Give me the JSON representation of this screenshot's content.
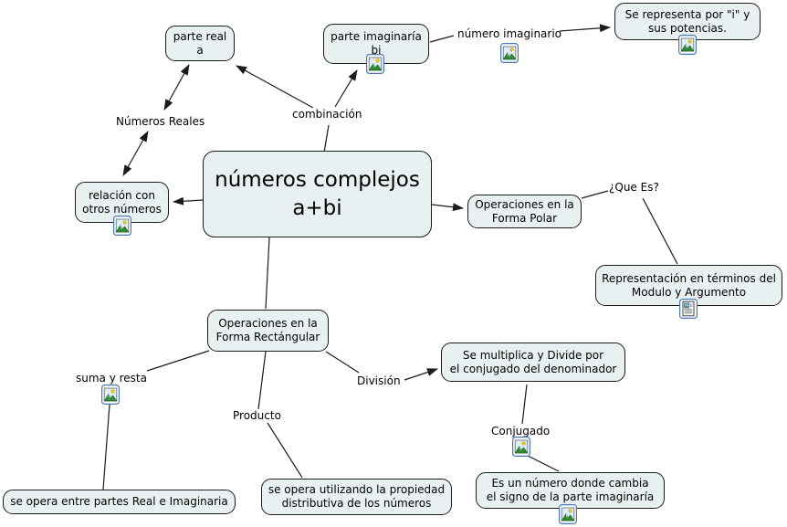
{
  "map": {
    "title": "números complejos a+bi",
    "colors": {
      "background": "#ffffff",
      "node_fill": "#e9f0f2",
      "node_border": "#1c1c1c",
      "line": "#1b1b1b",
      "icon_border": "#4a7ab5"
    },
    "nodes": {
      "main": {
        "label": "números complejos\na+bi"
      },
      "parte_real": {
        "label": "parte real\na"
      },
      "parte_imaginaria": {
        "label": "parte imaginaría\nbi"
      },
      "se_representa": {
        "label": "Se representa por \"i\" y\nsus potencias."
      },
      "relacion": {
        "label": "relación con\notros números"
      },
      "forma_polar": {
        "label": "Operaciones en la\nForma Polar"
      },
      "representacion": {
        "label": "Representación en términos del\nModulo y Argumento"
      },
      "forma_rectangular": {
        "label": "Operaciones en la\nForma Rectángular"
      },
      "se_multiplica": {
        "label": "Se multiplica y Divide por\nel conjugado del denominador"
      },
      "se_opera_partes": {
        "label": "se opera entre partes Real e Imaginaria"
      },
      "se_opera_distributiva": {
        "label": "se opera utilizando la propiedad\ndistributiva de los números"
      },
      "es_un_numero": {
        "label": "Es un número donde cambia\nel signo de la parte imaginaría"
      }
    },
    "linking_phrases": {
      "numeros_reales": {
        "label": "Números Reales"
      },
      "combinacion": {
        "label": "combinación"
      },
      "numero_imaginario": {
        "label": "número imaginario"
      },
      "que_es": {
        "label": "¿Que Es?"
      },
      "suma_y_resta": {
        "label": "suma y resta"
      },
      "division": {
        "label": "División"
      },
      "producto": {
        "label": "Producto"
      },
      "conjugado": {
        "label": "Conjugado"
      }
    },
    "icons": {
      "image_resource": "image-resource-icon",
      "document_resource": "document-resource-icon"
    },
    "connections": [
      {
        "from": "números complejos a+bi",
        "via": "combinación",
        "to": "parte real a"
      },
      {
        "from": "números complejos a+bi",
        "via": "combinación",
        "to": "parte imaginaría bi"
      },
      {
        "from": "parte imaginaría bi",
        "via": "número imaginario",
        "to": "Se representa por \"i\" y sus potencias."
      },
      {
        "from": "parte real a",
        "via": "Números Reales",
        "to": "relación con otros números"
      },
      {
        "from": "números complejos a+bi",
        "via": "",
        "to": "relación con otros números"
      },
      {
        "from": "números complejos a+bi",
        "via": "",
        "to": "Operaciones en la Forma Polar"
      },
      {
        "from": "Operaciones en la Forma Polar",
        "via": "¿Que Es?",
        "to": "Representación en términos del Modulo y Argumento"
      },
      {
        "from": "números complejos a+bi",
        "via": "",
        "to": "Operaciones en la Forma Rectángular"
      },
      {
        "from": "Operaciones en la Forma Rectángular",
        "via": "suma y resta",
        "to": "se opera entre partes Real e Imaginaria"
      },
      {
        "from": "Operaciones en la Forma Rectángular",
        "via": "Producto",
        "to": "se opera utilizando la propiedad distributiva de los números"
      },
      {
        "from": "Operaciones en la Forma Rectángular",
        "via": "División",
        "to": "Se multiplica y Divide por el conjugado del denominador"
      },
      {
        "from": "Se multiplica y Divide por el conjugado del denominador",
        "via": "Conjugado",
        "to": "Es un número donde cambia el signo de la parte imaginaría"
      }
    ]
  }
}
